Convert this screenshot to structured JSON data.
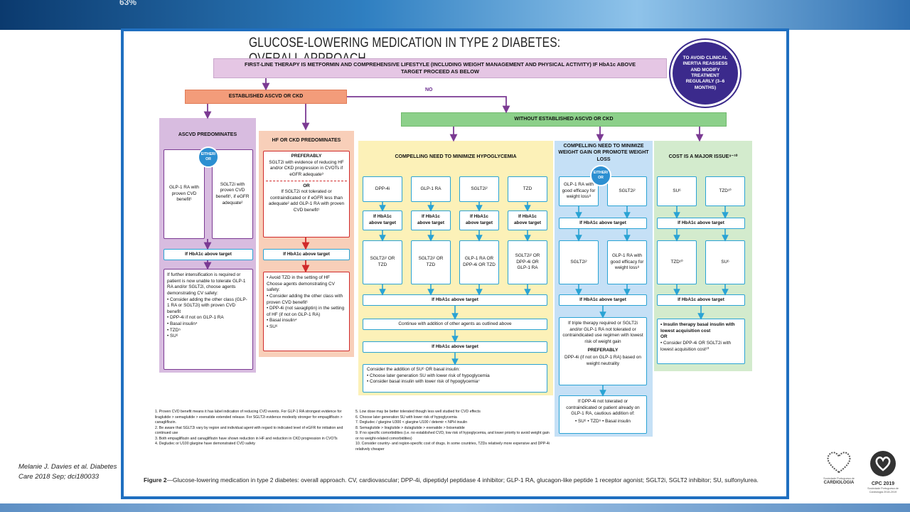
{
  "slide": {
    "percent": "63%",
    "reference": "Melanie J. Davies et al. Diabetes Care  2018 Sep; dci180033",
    "logos": {
      "left_line1": "Sociedade Portuguesa de",
      "left_line2": "CARDIOLOGIA",
      "right_name": "CPC 2019",
      "right_small": "Sociedade Portuguesa de Cardiologia 2018-2019"
    }
  },
  "figure": {
    "title": "GLUCOSE-LOWERING MEDICATION IN TYPE 2 DIABETES: OVERALL APPROACH",
    "first_line": "FIRST-LINE THERAPY IS METFORMIN AND COMPREHENSIVE LIFESTYLE (INCLUDING WEIGHT MANAGEMENT AND PHYSICAL ACTIVITY) IF HbA1c ABOVE TARGET PROCEED AS BELOW",
    "badge": "TO AVOID CLINICAL INERTIA REASSESS AND MODIFY TREATMENT REGULARLY (3–6 MONTHS)",
    "established": "ESTABLISHED ASCVD OR CKD",
    "no": "NO",
    "without": "WITHOUT ESTABLISHED ASCVD OR CKD",
    "either_or": "EITHER/ OR",
    "if_hba": "If HbA1c above target",
    "ascvd": {
      "header": "ASCVD PREDOMINATES",
      "opt1": "GLP-1 RA with proven CVD benefit¹",
      "opt2": "SGLT2i with proven CVD benefit¹, if eGFR adequate²",
      "next": [
        "If further intensification is required or patient is now unable to tolerate GLP-1 RA and/or SGLT2i, choose agents demonstrating CV safety:",
        "• Consider adding the other class (GLP-1 RA or SGLT2i) with proven CVD benefit",
        "• DPP-4i if not on GLP-1 RA",
        "• Basal insulin⁴",
        "• TZD⁵",
        "• SU⁶"
      ]
    },
    "hf": {
      "header": "HF OR CKD PREDOMINATES",
      "preferably": "PREFERABLY",
      "pref_text": "SGLT2i with evidence of reducing HF and/or CKD progression in CVOTs if eGFR adequate³",
      "or": "OR",
      "alt_text": "If SGLT2i not tolerated or contraindicated or if eGFR less than adequate² add GLP-1 RA with proven CVD benefit¹",
      "next": [
        "• Avoid TZD in the setting of HF",
        "Choose agents demonstrating CV safety:",
        "• Consider adding the other class with proven CVD benefit¹",
        "• DPP-4i (not saxagliptin) in the setting of HF (if not on GLP-1 RA)",
        "• Basal insulin⁴",
        "• SU⁶"
      ]
    },
    "hypo": {
      "header": "COMPELLING NEED TO MINIMIZE HYPOGLYCEMIA",
      "row1": [
        "DPP-4i",
        "GLP-1 RA",
        "SGLT2i²",
        "TZD"
      ],
      "row2": [
        "SGLT2i² OR TZD",
        "SGLT2i² OR TZD",
        "GLP-1 RA OR DPP-4i OR TZD",
        "SGLT2i² OR DPP-4i OR GLP-1 RA"
      ],
      "continue": "Continue with addition of other agents as outlined above",
      "consider": [
        "Consider the addition of SU⁶ OR basal insulin:",
        "• Choose later generation SU with lower risk of hypoglycemia",
        "• Consider basal insulin with lower risk of hypoglycemia⁷"
      ]
    },
    "weight": {
      "header": "COMPELLING NEED TO MINIMIZE WEIGHT GAIN OR PROMOTE WEIGHT LOSS",
      "opt1": "GLP-1 RA with good efficacy for weight loss⁸",
      "opt2": "SGLT2i²",
      "row2a": "SGLT2i²",
      "row2b": "GLP-1 RA with good efficacy for weight loss⁸",
      "triple": "If triple therapy required or SGLT2i and/or GLP-1 RA not tolerated or contraindicated use regimen with lowest risk of weight gain",
      "preferably": "PREFERABLY",
      "dpp": "DPP-4i (if not on GLP-1 RA) based on weight neutrality",
      "last": "If DPP-4i not tolerated or contraindicated or patient already on GLP-1 RA, cautious addition of:",
      "last_items": "• SU⁶  • TZD⁵  • Basal insulin"
    },
    "cost": {
      "header": "COST IS A MAJOR ISSUE⁹⁻¹⁰",
      "row1": [
        "SU⁶",
        "TZD¹⁰"
      ],
      "row2": [
        "TZD¹⁰",
        "SU⁶"
      ],
      "final": [
        "• Insulin therapy basal insulin with lowest acquisition cost",
        "OR",
        "• Consider DPP-4i OR SGLT2i with lowest acquisition cost¹⁰"
      ]
    },
    "footnotes_left": [
      "1. Proven CVD benefit means it has label indication of reducing CVD events. For GLP-1 RA strongest evidence for liraglutide > semaglutide > exenatide extended release. For SGLT2i evidence modestly stronger for empagliflozin > canagliflozin.",
      "2. Be aware that SGLT2i vary by region and individual agent with regard to indicated level of eGFR for initiation and continued use",
      "3. Both empagliflozin and canagliflozin have shown reduction in HF and reduction in CKD progression in CVOTs",
      "4. Degludec or U100 glargine have demonstrated CVD safety"
    ],
    "footnotes_right": [
      "5. Low dose may be better tolerated though less well studied for CVD effects",
      "6. Choose later generation SU with lower risk of hypoglycemia",
      "7. Degludec / glargine U300 < glargine U100 / detemir < NPH insulin",
      "8. Semaglutide > liraglutide > dulaglutide > exenatide > lixisenatide",
      "9. If no specific comorbidities (i.e. no established CVD, low risk of hypoglycemia, and lower priority to avoid weight gain or no weight-related comorbidities)",
      "10. Consider country- and region-specific cost of drugs. In some countries, TZDs relatively more expensive and DPP-4i relatively cheaper"
    ],
    "caption_label": "Figure 2",
    "caption_text": "—Glucose-lowering medication in type 2 diabetes: overall approach. CV, cardiovascular; DPP-4i, dipeptidyl peptidase 4 inhibitor; GLP-1 RA, glucagon-like peptide 1 receptor agonist; SGLT2i, SGLT2 inhibitor; SU, sulfonylurea."
  }
}
